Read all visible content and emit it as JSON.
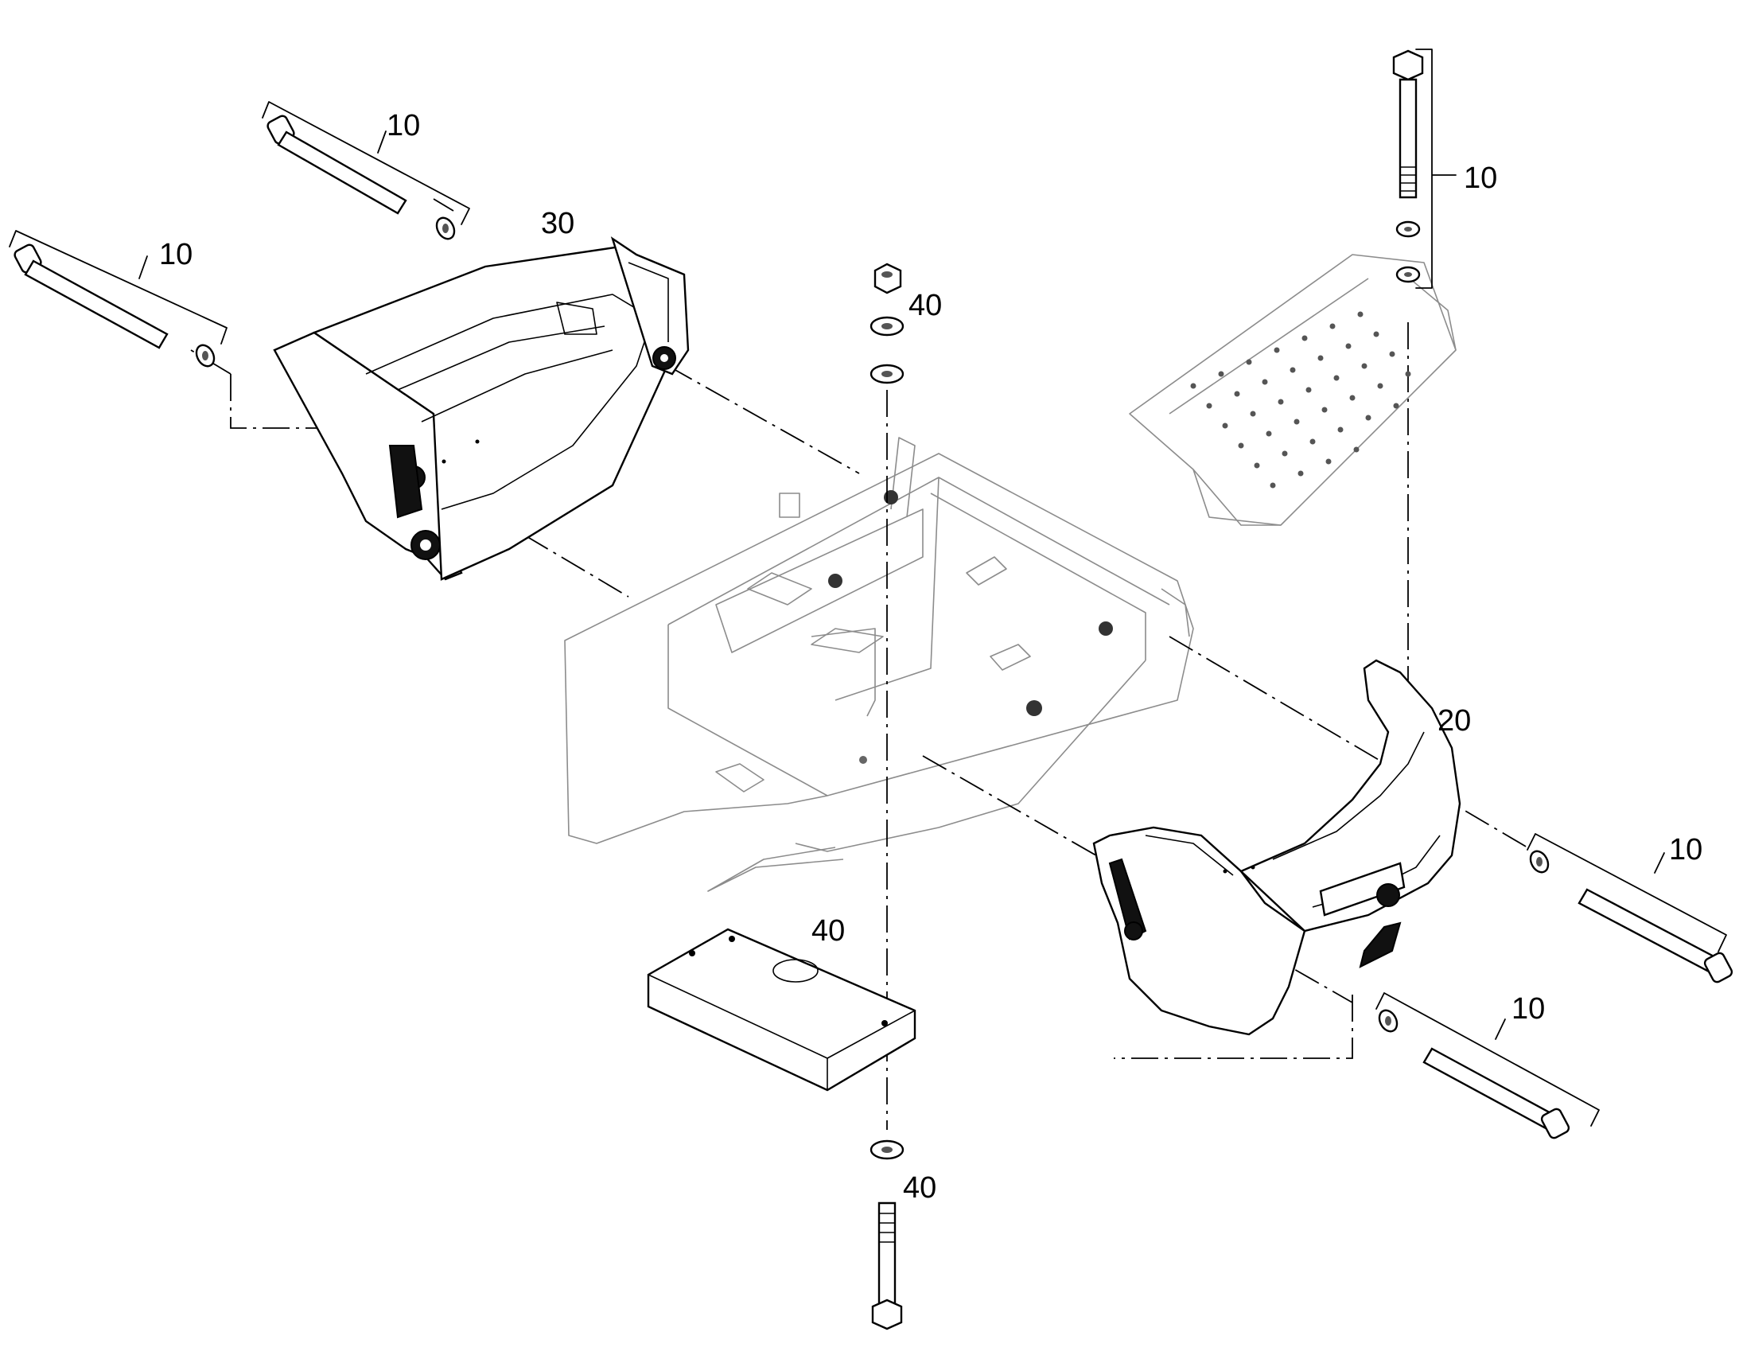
{
  "callouts": {
    "bolt_upper_left_a": "10",
    "bolt_upper_left_b": "10",
    "bolt_top_right": "10",
    "bolt_right_upper": "10",
    "bolt_right_lower": "10",
    "weight_left": "30",
    "weight_right": "20",
    "nut_washers_top": "40",
    "plate": "40",
    "bolt_bottom": "40"
  }
}
